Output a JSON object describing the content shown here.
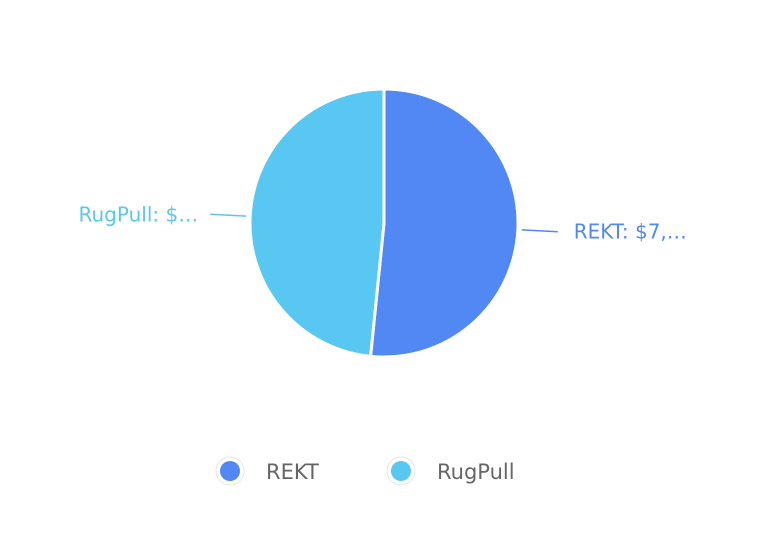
{
  "chart_data": {
    "type": "pie",
    "title": "",
    "series": [
      {
        "name": "REKT",
        "value": 51.6,
        "label": "REKT: $7,…",
        "color": "#5288f3"
      },
      {
        "name": "RugPull",
        "value": 48.4,
        "label": "RugPull: $…",
        "color": "#58c7f1"
      }
    ],
    "legend": {
      "position": "bottom",
      "items": [
        {
          "name": "REKT",
          "color": "#5288f3"
        },
        {
          "name": "RugPull",
          "color": "#58c7f1"
        }
      ]
    }
  }
}
